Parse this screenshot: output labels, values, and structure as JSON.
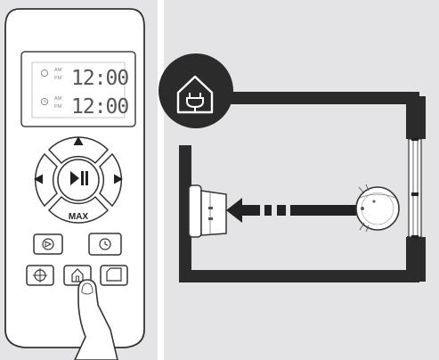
{
  "remote": {
    "display": {
      "row1": {
        "am": "AM",
        "pm": "PM",
        "time": "12:00"
      },
      "row2": {
        "am": "AM",
        "pm": "PM",
        "time": "12:00"
      }
    },
    "dpad": {
      "up_icon": "triangle-up",
      "down_label": "MAX",
      "left_icon": "triangle-left",
      "right_icon": "triangle-right",
      "center_icon": "play-pause"
    },
    "buttons": {
      "spot_icon": "spot-clean",
      "schedule_icon": "clock",
      "edge_icon": "crosshair",
      "home_icon": "house",
      "corner_icon": "corner"
    }
  },
  "diagram": {
    "badge_icon": "house-with-plug",
    "arrow_direction": "left",
    "colors": {
      "wall": "#2b2b2b",
      "robot": "#ffffff",
      "background": "#e4e4e6"
    }
  }
}
